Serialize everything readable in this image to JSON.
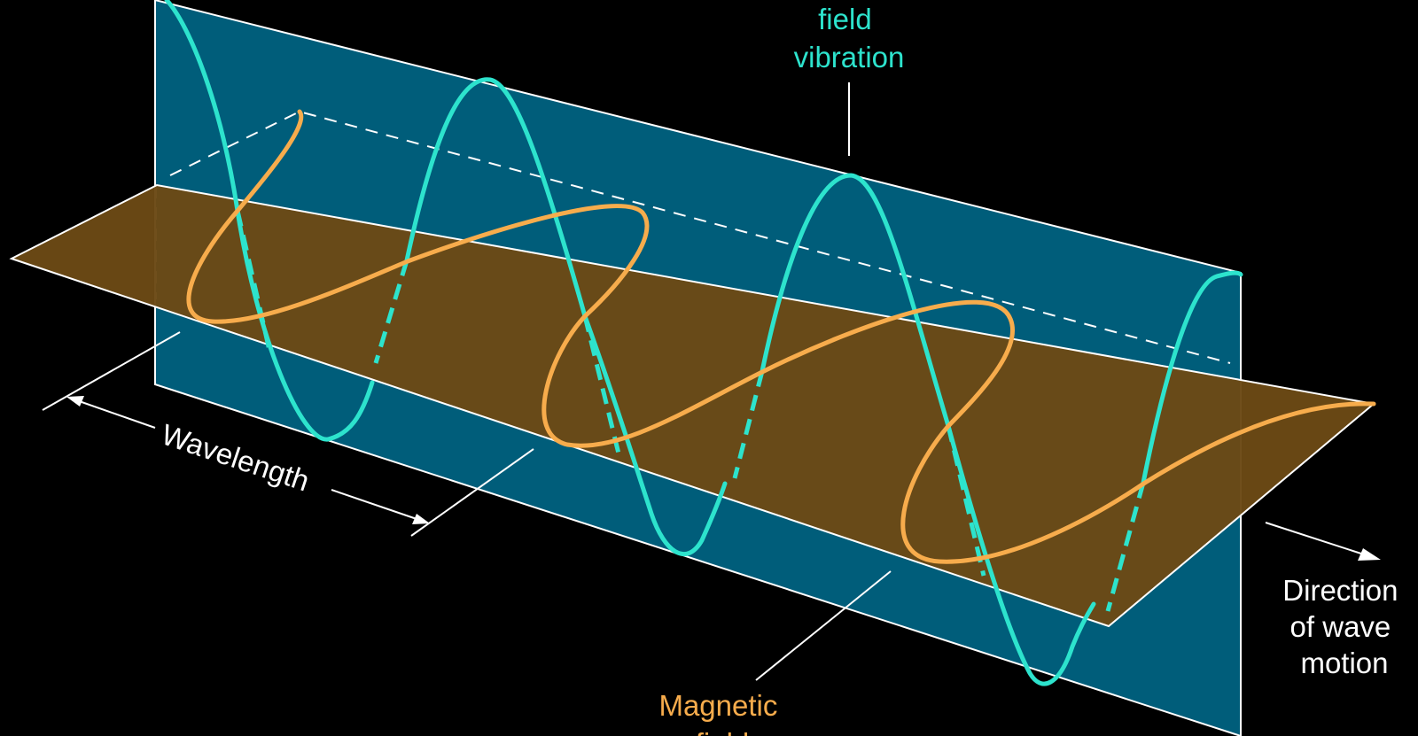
{
  "labels": {
    "electric_field": [
      "field",
      "vibration"
    ],
    "magnetic_field": [
      "Magnetic",
      "field"
    ],
    "wavelength": "Wavelength",
    "direction": [
      "Direction",
      "of wave",
      "motion"
    ]
  },
  "colors": {
    "background": "#000000",
    "electric_plane": "#005d7a",
    "magnetic_plane": "#6b4915",
    "electric_wave": "#2de3cd",
    "magnetic_wave": "#f7ac4c",
    "outline": "#ffffff"
  }
}
